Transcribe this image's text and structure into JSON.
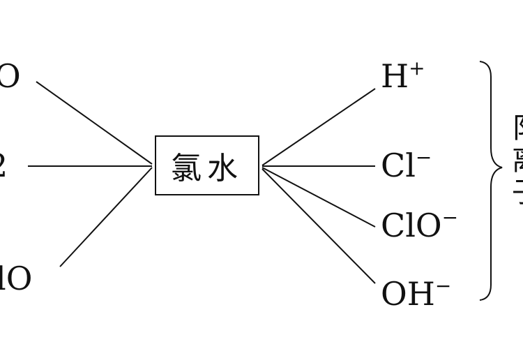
{
  "center": {
    "label": "氯水"
  },
  "molecules_partial": [
    "O",
    "2",
    "lO"
  ],
  "ions": [
    {
      "symbol": "H",
      "charge": "+"
    },
    {
      "symbol": "Cl",
      "charge": "−"
    },
    {
      "symbol": "ClO",
      "charge": "−"
    },
    {
      "symbol": "OH",
      "charge": "−"
    }
  ],
  "brace_partial": [
    "阝",
    "离",
    "子"
  ],
  "colors": {
    "ink": "#111111",
    "background": "#ffffff"
  }
}
